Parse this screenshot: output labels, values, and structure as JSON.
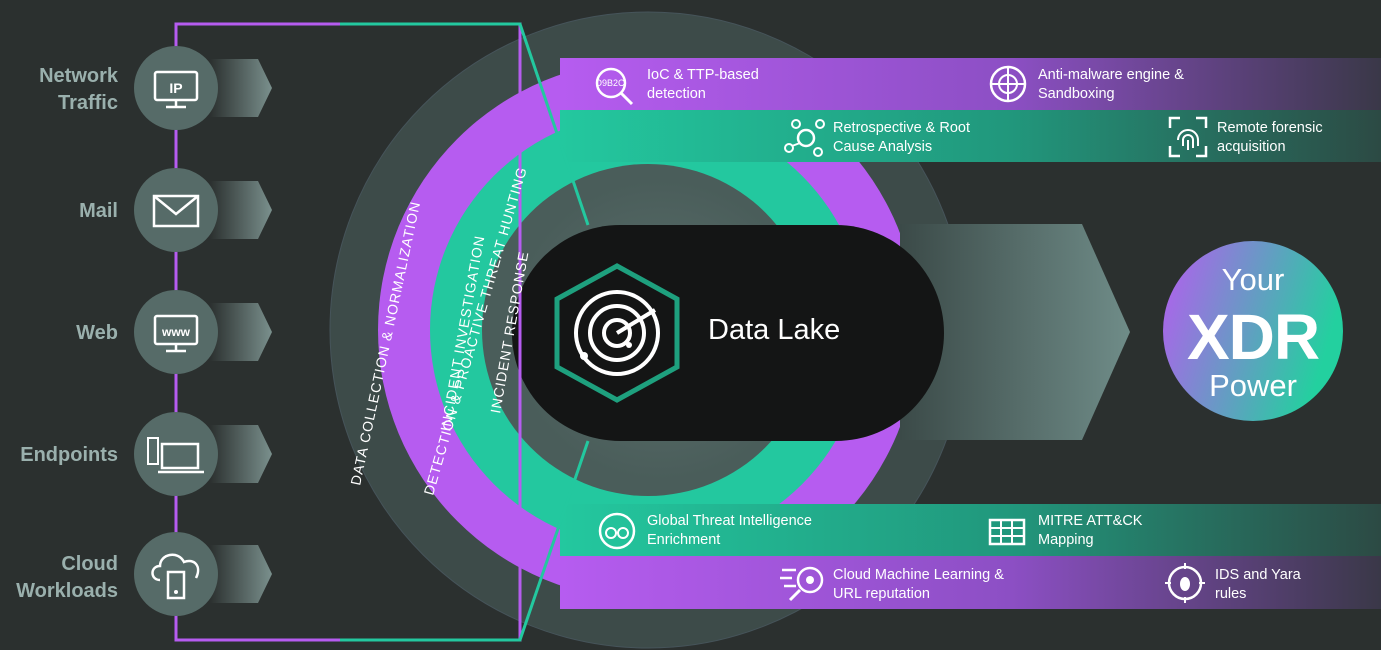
{
  "sources": [
    {
      "label_line1": "Network",
      "label_line2": "Traffic",
      "icon": "ip-monitor-icon",
      "icon_text": "IP"
    },
    {
      "label_line1": "Mail",
      "label_line2": "",
      "icon": "envelope-icon"
    },
    {
      "label_line1": "Web",
      "label_line2": "",
      "icon": "www-monitor-icon",
      "icon_text": "www"
    },
    {
      "label_line1": "Endpoints",
      "label_line2": "",
      "icon": "devices-icon"
    },
    {
      "label_line1": "Cloud",
      "label_line2": "Workloads",
      "icon": "cloud-server-icon"
    }
  ],
  "rings": {
    "outer": "DATA COLLECTION & NORMALIZATION",
    "purple": "DETECTION & PROACTIVE THREAT HUNTING",
    "green": "INCIDENT INVESTIGATION",
    "inner": "INCIDENT RESPONSE"
  },
  "core": {
    "label": "Data Lake",
    "icon": "radar-hexagon-icon"
  },
  "result": {
    "line1": "Your",
    "line2": "XDR",
    "line3": "Power"
  },
  "features": [
    {
      "line1": "IoC & TTP-based",
      "line2": "detection",
      "icon": "magnifier-icon",
      "icon_text": "D9B2C"
    },
    {
      "line1": "Anti-malware engine &",
      "line2": "Sandboxing",
      "icon": "crosshair-icon"
    },
    {
      "line1": "Retrospective & Root",
      "line2": "Cause Analysis",
      "icon": "graph-nodes-icon"
    },
    {
      "line1": "Remote forensic",
      "line2": "acquisition",
      "icon": "fingerprint-icon"
    },
    {
      "line1": "Global Threat Intelligence",
      "line2": "Enrichment",
      "icon": "globe-binoculars-icon"
    },
    {
      "line1": "MITRE ATT&CK",
      "line2": "Mapping",
      "icon": "matrix-icon"
    },
    {
      "line1": "Cloud Machine Learning &",
      "line2": "URL reputation",
      "icon": "eye-search-icon"
    },
    {
      "line1": "IDS and Yara",
      "line2": "rules",
      "icon": "bug-target-icon"
    }
  ],
  "colors": {
    "background": "#2b302f",
    "purple": "#b65cf0",
    "green": "#23c89f",
    "label": "#9ab0ad"
  }
}
